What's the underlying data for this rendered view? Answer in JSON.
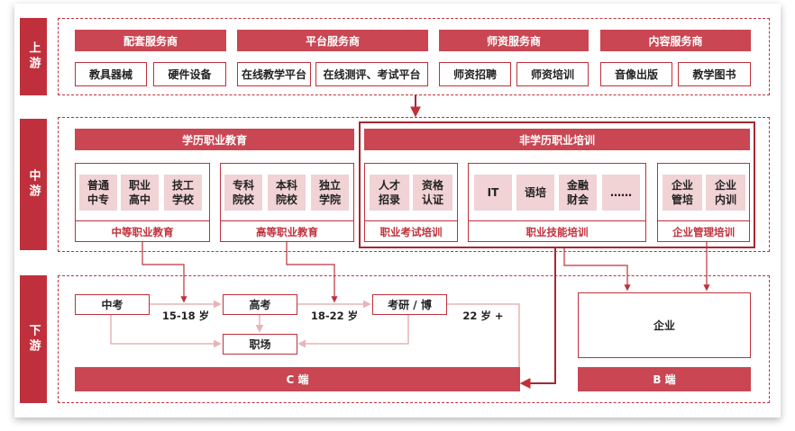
{
  "layers": {
    "upstream": "上游",
    "midstream": "中游",
    "downstream": "下游"
  },
  "upstream": {
    "groups": [
      {
        "title": "配套服务商",
        "items": [
          "教具器械",
          "硬件设备"
        ]
      },
      {
        "title": "平台服务商",
        "items": [
          "在线教学平台",
          "在线测评、考试平台"
        ]
      },
      {
        "title": "师资服务商",
        "items": [
          "师资招聘",
          "师资培训"
        ]
      },
      {
        "title": "内容服务商",
        "items": [
          "音像出版",
          "教学图书"
        ]
      }
    ]
  },
  "midstream": {
    "academic": {
      "title": "学历职业教育",
      "secondary": {
        "items": [
          "普通\n中专",
          "职业\n高中",
          "技工\n学校"
        ],
        "caption": "中等职业教育"
      },
      "higher": {
        "items": [
          "专科\n院校",
          "本科\n院校",
          "独立\n学院"
        ],
        "caption": "高等职业教育"
      }
    },
    "non_academic": {
      "title": "非学历职业培训",
      "exam": {
        "items": [
          "人才\n招录",
          "资格\n认证"
        ],
        "caption": "职业考试培训"
      },
      "skills": {
        "items": [
          "IT",
          "语培",
          "金融\n财会",
          "……"
        ],
        "caption": "职业技能培训"
      },
      "management": {
        "items": [
          "企业\n管培",
          "企业\n内训"
        ],
        "caption": "企业管理培训"
      }
    }
  },
  "downstream": {
    "stages": [
      "中考",
      "高考",
      "考研 / 博"
    ],
    "ages": [
      "15-18 岁",
      "18-22 岁",
      "22 岁 +"
    ],
    "workplace": "职场",
    "enterprise": "企业",
    "c_end": "C 端",
    "b_end": "B 端"
  },
  "colors": {
    "primary": "#c0303c",
    "header": "#c94652",
    "pink": "#f1d2d5",
    "connector": "#c0303c",
    "connector_light": "#e8b4b8"
  }
}
